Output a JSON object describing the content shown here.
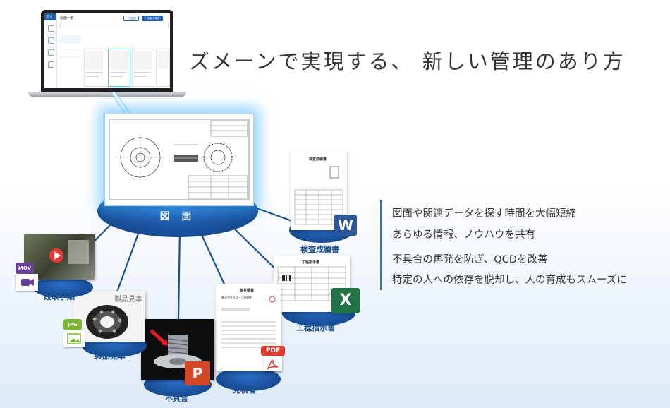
{
  "headline": "ズメーンで実現する、 新しい管理のあり方",
  "laptop": {
    "logo": "ズメーン",
    "page_title": "図面一覧",
    "btn_outline": "一括登録",
    "btn_primary": "+ 図面を登録"
  },
  "main": {
    "label": "図 面"
  },
  "nodes": {
    "inspection": "検査成績書",
    "process": "工程指示書",
    "estimate": "見積書",
    "defect": "不具合",
    "sample": "製品見本",
    "setup": "段取手順"
  },
  "file_badges": {
    "word": "W",
    "excel": "X",
    "ppt": "P",
    "pdf": "PDF",
    "mov": "MOV",
    "jpg": "JPG"
  },
  "docs": {
    "inspection_title": "検査成績書",
    "process_title": "工程指示書",
    "estimate_title": "御見積書",
    "estimate_company": "株式会社ズメーン御請中",
    "sample_text": "製品見本"
  },
  "benefits": [
    "図面や関連データを探す時間を大幅短縮",
    "あらゆる情報、ノウハウを共有",
    "不具合の再発を防ぎ、QCDを改善",
    "特定の人への依存を脱却し、人の育成もスムーズに"
  ],
  "colors": {
    "brand_blue": "#174c93",
    "glow": "#3cafff",
    "word": "#2b579a",
    "excel": "#217346",
    "ppt": "#d24726",
    "pdf": "#e13b30",
    "mov": "#6b3fa0",
    "jpg": "#7bb534"
  }
}
